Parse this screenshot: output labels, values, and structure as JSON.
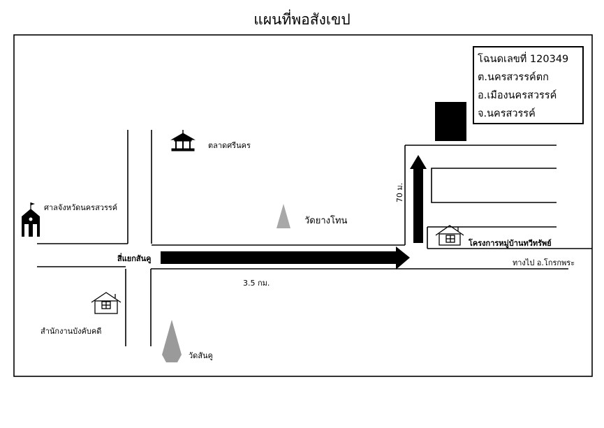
{
  "title": "แผนที่พอสังเขป",
  "deed": {
    "line1": "โฉนดเลขที่ 120349",
    "line2": "ต.นครสวรรค์ตก",
    "line3": "อ.เมืองนครสวรรค์",
    "line4": "จ.นครสวรรค์"
  },
  "labels": {
    "market": "ตลาดศรีนคร",
    "court": "ศาลจังหวัดนครสวรรค์",
    "wat_yang_thon": "วัดยางโทน",
    "intersection": "สี่แยกสันคู",
    "distance_main": "3.5 กม.",
    "distance_side": "70 ม.",
    "village_project": "โครงการหมู่บ้านทวีทรัพย์",
    "to_krokphra": "ทางไป อ.โกรกพระ",
    "enforcement_office": "สำนักงานบังคับคดี",
    "wat_san_khu": "วัดสันคู"
  },
  "icons": {
    "market": "pavilion-icon",
    "court": "courthouse-icon",
    "temples": "stupa-icon",
    "houses": "house-icon",
    "arrows": "arrow-icon",
    "target": "target-plot-marker"
  },
  "colors": {
    "ink": "#000000",
    "stupa": "#9a9a9a"
  }
}
